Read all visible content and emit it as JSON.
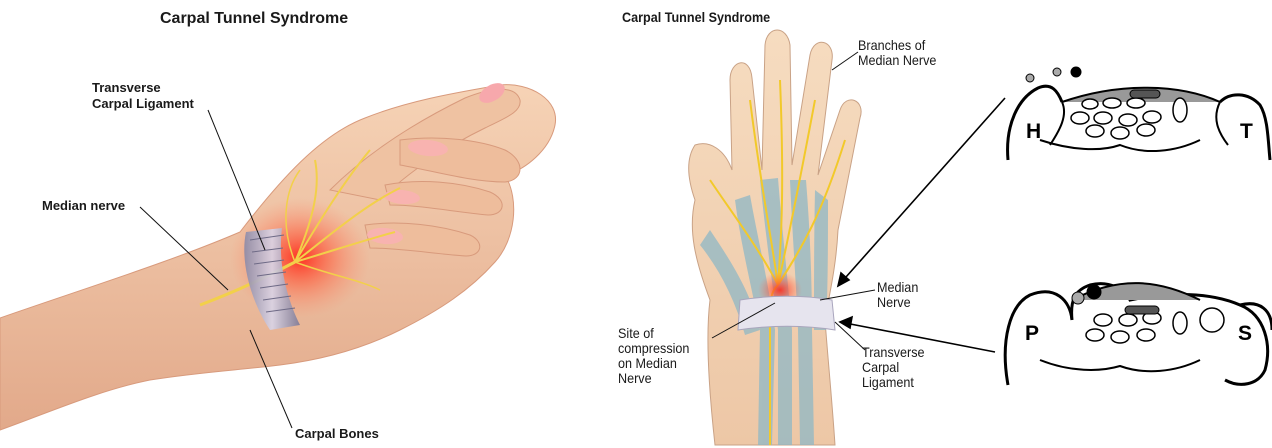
{
  "left": {
    "title": "Carpal Tunnel Syndrome",
    "labels": {
      "transverse": [
        "Transverse",
        "Carpal Ligament"
      ],
      "median": "Median nerve",
      "bones": "Carpal Bones"
    }
  },
  "right": {
    "title": "Carpal Tunnel Syndrome",
    "labels": {
      "branches": [
        "Branches of",
        "Median Nerve"
      ],
      "median": [
        "Median",
        "Nerve"
      ],
      "site": [
        "Site of",
        "compression",
        "on Median",
        "Nerve"
      ],
      "transverse": [
        "Transverse",
        "Carpal",
        "Ligament"
      ]
    },
    "cross_sections": [
      {
        "left_letter": "H",
        "right_letter": "T"
      },
      {
        "left_letter": "P",
        "right_letter": "S"
      }
    ]
  },
  "colors": {
    "skin": "#f3c9a6",
    "nerve": "#f2d04a",
    "inflammation": "#e8342a",
    "ligament": "#b9b3c9",
    "tendon": "#8fb8c6"
  }
}
